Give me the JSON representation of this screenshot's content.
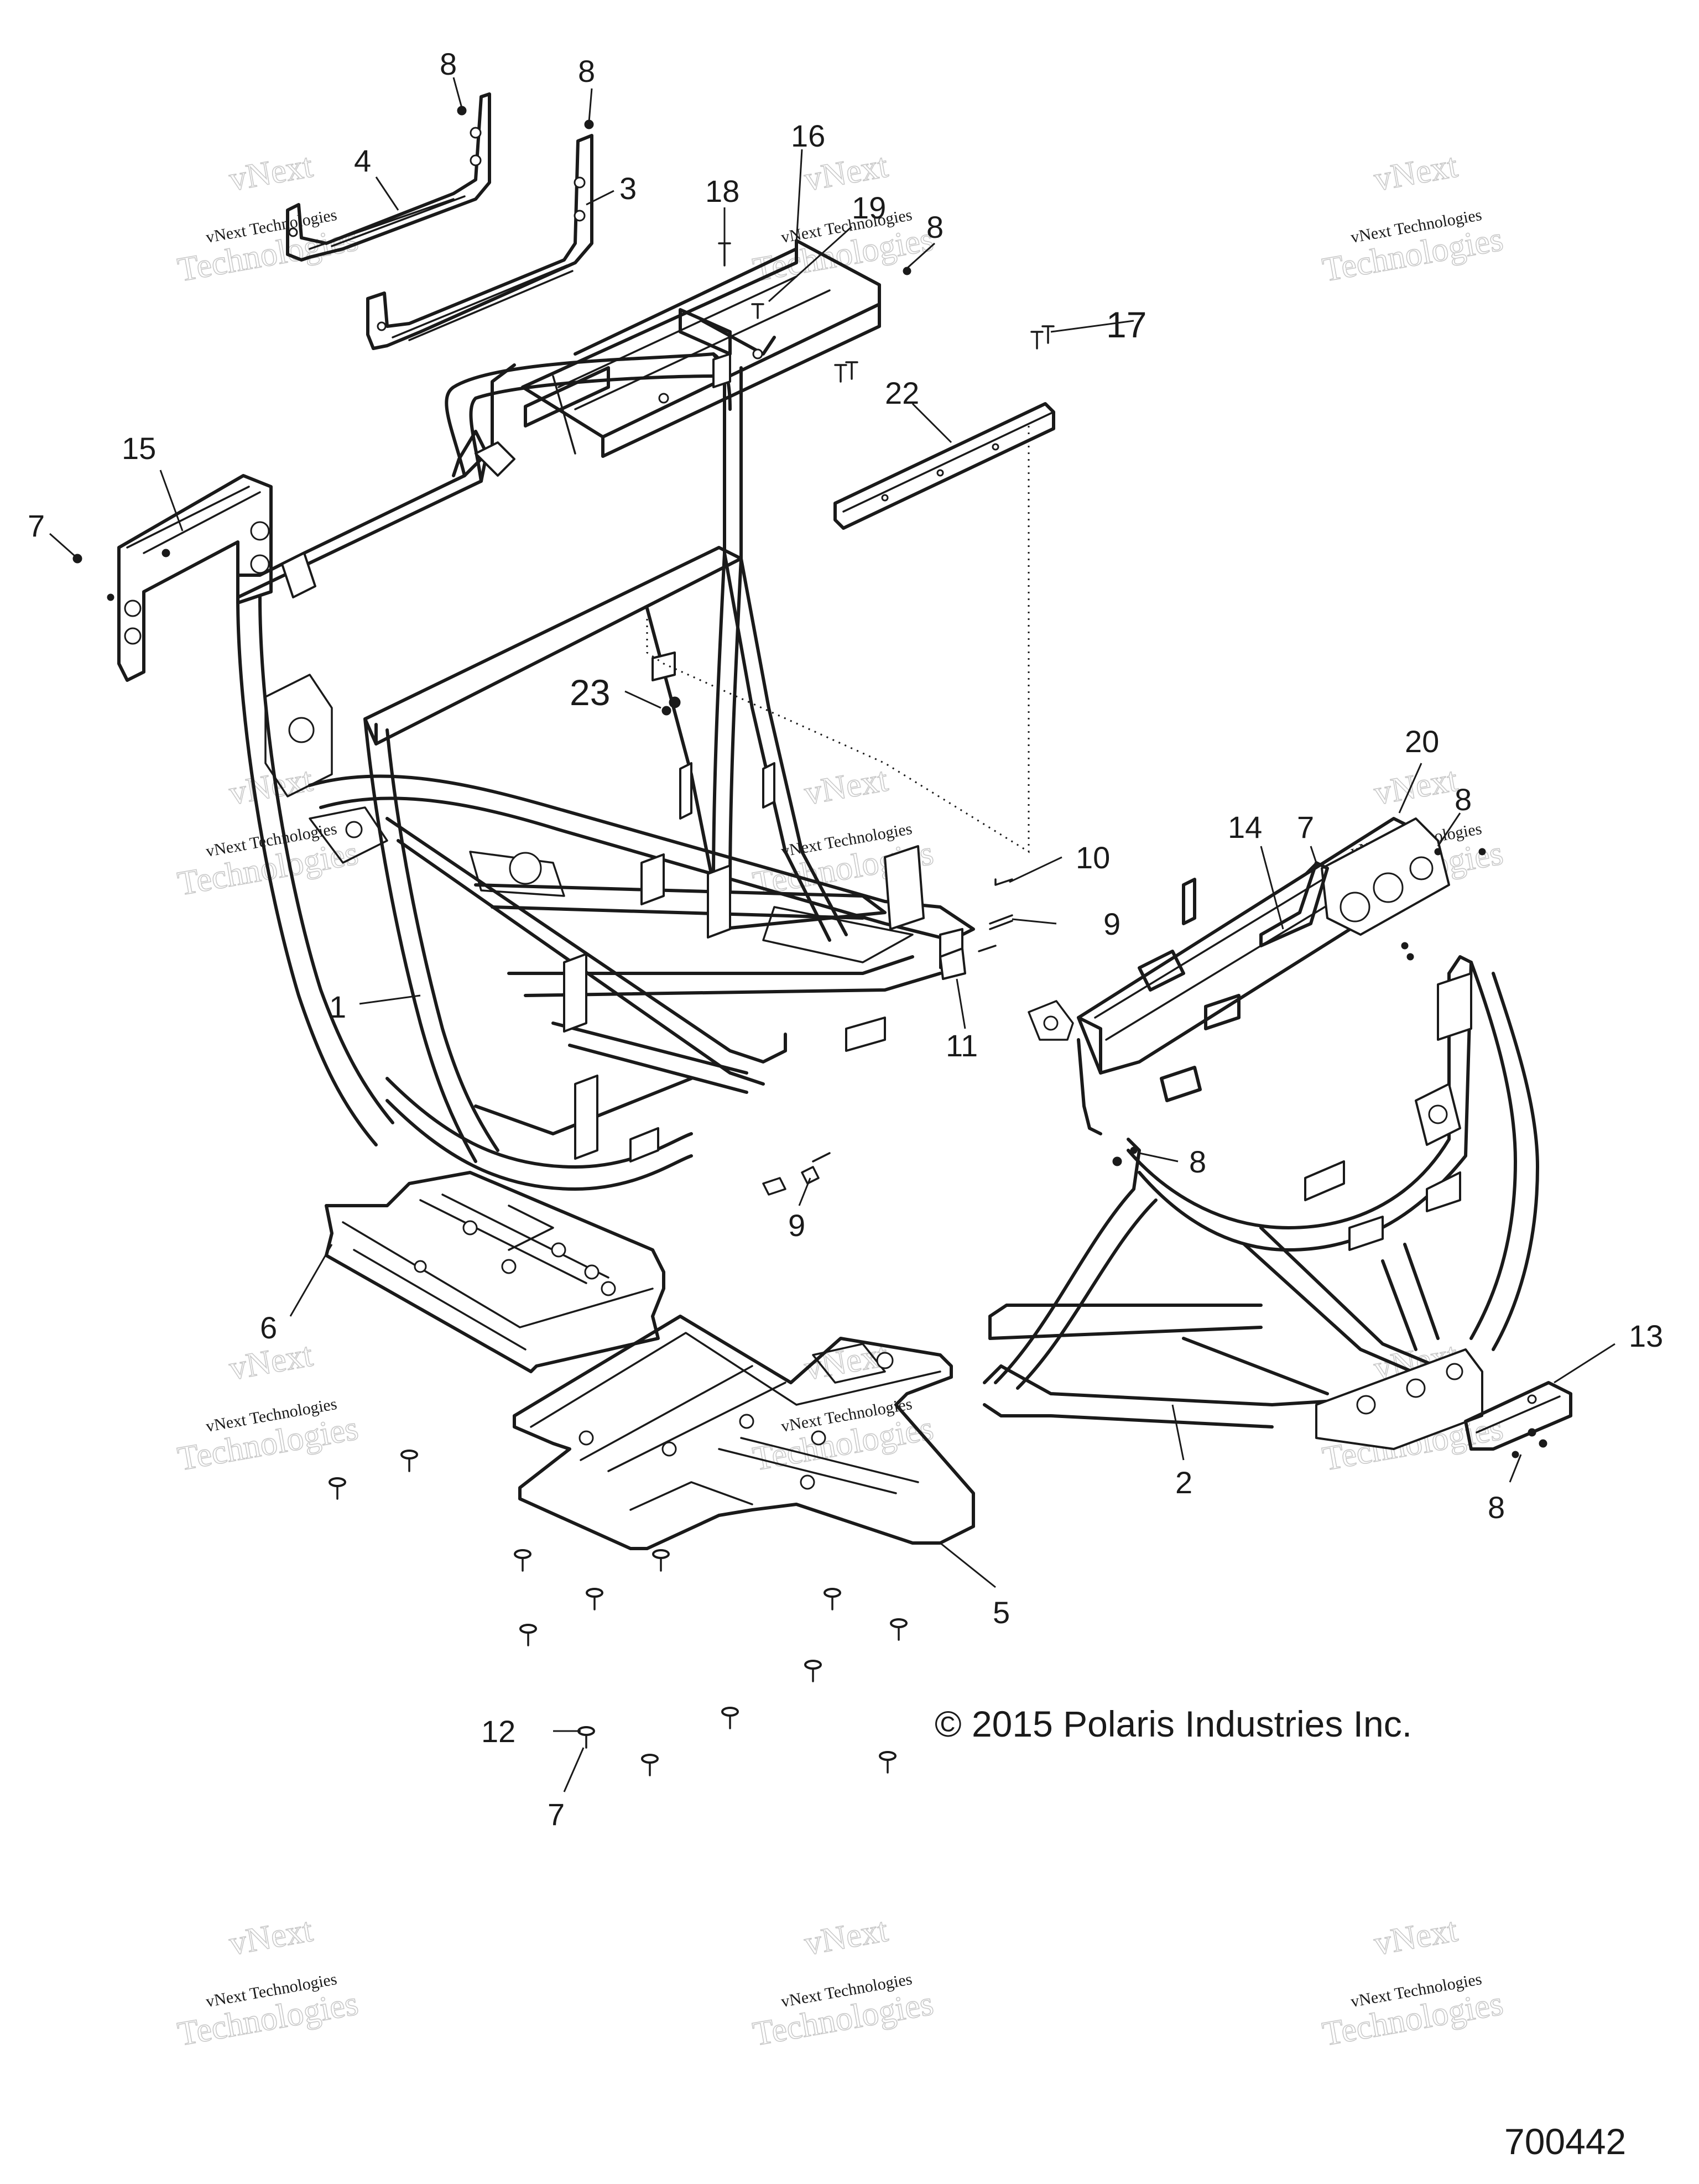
{
  "callouts": {
    "c8_top_left": "8",
    "c8_top_mid": "8",
    "c4": "4",
    "c3": "3",
    "c18": "18",
    "c16": "16",
    "c19": "19",
    "c8_top_right": "8",
    "c17": "17",
    "c22": "22",
    "c15": "15",
    "c7_left": "7",
    "c23": "23",
    "c20": "20",
    "c14": "14",
    "c7_right": "7",
    "c8_right": "8",
    "c10": "10",
    "c9_right": "9",
    "c1": "1",
    "c11": "11",
    "c8_front": "8",
    "c9_bottom": "9",
    "c6": "6",
    "c13": "13",
    "c2": "2",
    "c8_bottom_right": "8",
    "c5": "5",
    "c12": "12",
    "c7_bottom": "7"
  },
  "watermark": {
    "line1": "vNext Technologies",
    "line2": "Technologies",
    "line3": "vNext"
  },
  "copyright": "© 2015 Polaris Industries Inc.",
  "figure_number": "700442"
}
